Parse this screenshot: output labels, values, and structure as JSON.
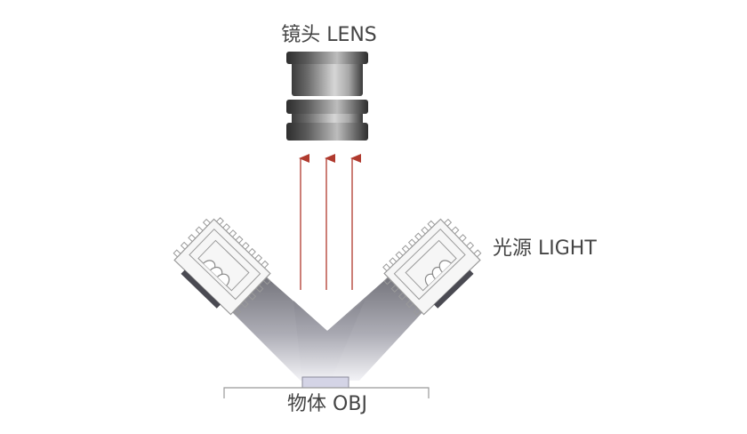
{
  "labels": {
    "lens": "镜头 LENS",
    "light": "光源 LIGHT",
    "object": "物体 OBJ"
  },
  "colors": {
    "arrow": "#b03a2e",
    "lens_dark": "#3a3a3a",
    "lens_light": "#cfcfcf",
    "light_housing": "#f4f4f4",
    "light_outline": "#9a9a9a",
    "beam_dark": "#707078",
    "beam_light": "#f0f0f4",
    "object_fill": "#d4d4e6",
    "object_stroke": "#8a8a9a",
    "surface": "#999999",
    "text": "#444444"
  },
  "icons": {
    "lens": "camera-lens-icon",
    "light": "led-light-module-icon",
    "arrow": "up-arrow-icon"
  }
}
